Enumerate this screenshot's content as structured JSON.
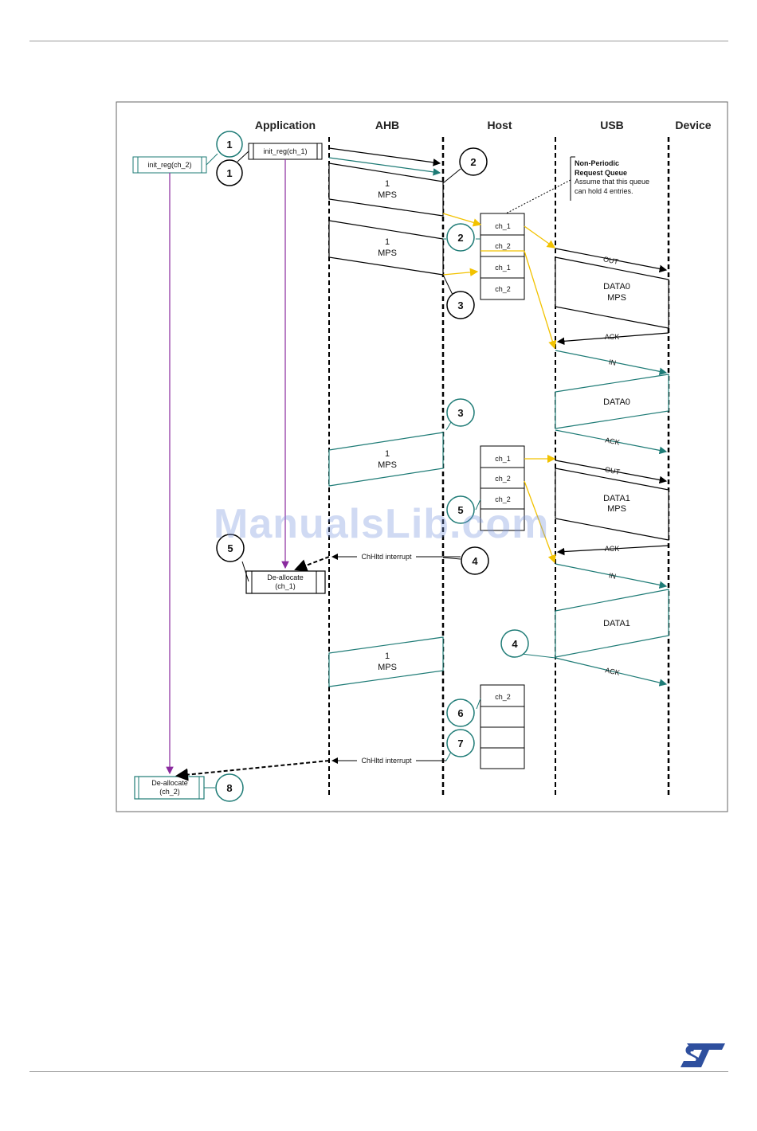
{
  "columns": [
    "Application",
    "AHB",
    "Host",
    "USB",
    "Device"
  ],
  "app_boxes": {
    "init_ch2": "init_reg(ch_2)",
    "init_ch1": "init_reg(ch_1)",
    "dealloc_ch1": [
      "De-allocate",
      "(ch_1)"
    ],
    "dealloc_ch2": [
      "De-allocate",
      "(ch_2)"
    ]
  },
  "queue_note": {
    "title_lines": [
      "Non-Periodic",
      "Request Queue"
    ],
    "body_lines": [
      "Assume that this queue",
      "can hold 4 entries."
    ]
  },
  "ahb_packets": [
    {
      "line1": "1",
      "line2": "MPS"
    },
    {
      "line1": "1",
      "line2": "MPS"
    },
    {
      "line1": "1",
      "line2": "MPS"
    },
    {
      "line1": "1",
      "line2": "MPS"
    }
  ],
  "queues": [
    [
      "ch_1",
      "ch_2",
      "ch_1",
      "ch_2"
    ],
    [
      "ch_1",
      "ch_2",
      "ch_2",
      ""
    ],
    [
      "ch_2",
      "",
      "",
      ""
    ]
  ],
  "usb_labels": [
    "OUT",
    "DATA0",
    "MPS",
    "ACK",
    "IN",
    "DATA0",
    "ACK",
    "OUT",
    "DATA1",
    "MPS",
    "ACK",
    "IN",
    "DATA1",
    "ACK"
  ],
  "interrupts": [
    "ChHltd interrupt",
    "ChHltd interrupt"
  ],
  "steps": [
    "1",
    "1",
    "2",
    "2",
    "3",
    "3",
    "5",
    "5",
    "4",
    "4",
    "6",
    "7",
    "8"
  ],
  "watermark": "ManualsLib.com",
  "colors": {
    "teal": "#1e7b76",
    "yellow": "#f2c200",
    "purple": "#8a2a9e",
    "black": "#000000"
  }
}
